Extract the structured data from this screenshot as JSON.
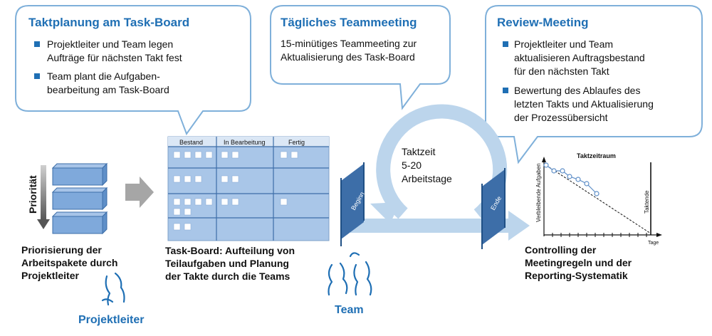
{
  "bubbles": {
    "planning": {
      "title": "Taktplanung am Task-Board",
      "bullets": [
        [
          "Projektleiter und Team legen",
          "Aufträge für nächsten Takt fest"
        ],
        [
          "Team plant die Aufgaben-",
          "bearbeitung am Task-Board"
        ]
      ]
    },
    "daily": {
      "title": "Tägliches Teammeeting",
      "lines": [
        "15-minütiges Teammeeting zur",
        "Aktualisierung des Task-Board"
      ]
    },
    "review": {
      "title": "Review-Meeting",
      "bullets": [
        [
          "Projektleiter und Team",
          "aktualisieren Auftragsbestand",
          "für den nächsten Takt"
        ],
        [
          "Bewertung des  Ablaufes des",
          "letzten Takts und Aktualisierung",
          "der Prozessübersicht"
        ]
      ]
    }
  },
  "priority": {
    "axis_label": "Priorität",
    "caption": [
      "Priorisierung der",
      "Arbeitspakete durch",
      "Projektleiter"
    ],
    "role": "Projektleiter"
  },
  "taskboard": {
    "columns": [
      "Bestand",
      "In Bearbeitung",
      "Fertig"
    ],
    "caption": [
      "Task-Board: Aufteilung von",
      "Teilaufgaben und Planung",
      "der Takte durch die Teams"
    ]
  },
  "cycle": {
    "lines": [
      "Taktzeit",
      "5-20",
      "Arbeitstage"
    ],
    "start_gate": "Beginn",
    "end_gate": "Ende",
    "role": "Team"
  },
  "controlling": {
    "chart_title": "Taktzeitraum",
    "y_label": "Verbleibende Aufgaben",
    "x_label": "Tage",
    "end_label": "Taktende",
    "caption": [
      "Controlling der",
      "Meetingregeln und der",
      "Reporting-Systematik"
    ]
  },
  "colors": {
    "accent": "#1f6fb4",
    "arrow": "#bcd5ec",
    "board": "#a9c6e8",
    "box": "#7fa9db"
  }
}
